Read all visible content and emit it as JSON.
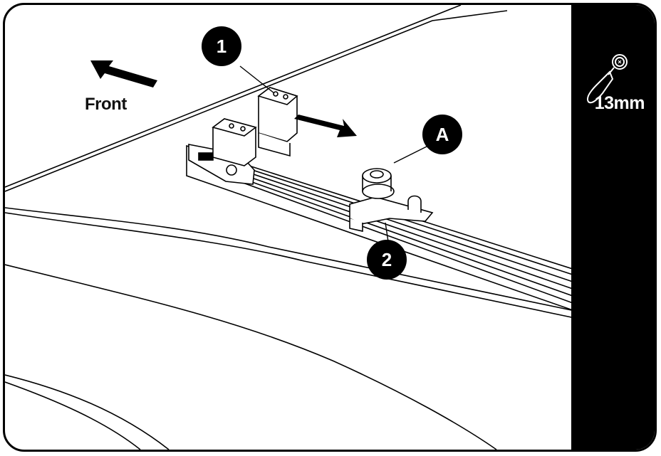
{
  "labels": {
    "front": "Front",
    "tool": "13mm"
  },
  "callouts": {
    "one": "1",
    "two": "2",
    "a": "A"
  },
  "icons": {
    "tool": "wrench-icon",
    "direction_front": "arrow-front-icon",
    "direction_slide": "arrow-slide-icon"
  },
  "colors": {
    "ink": "#000000",
    "paper": "#ffffff"
  }
}
